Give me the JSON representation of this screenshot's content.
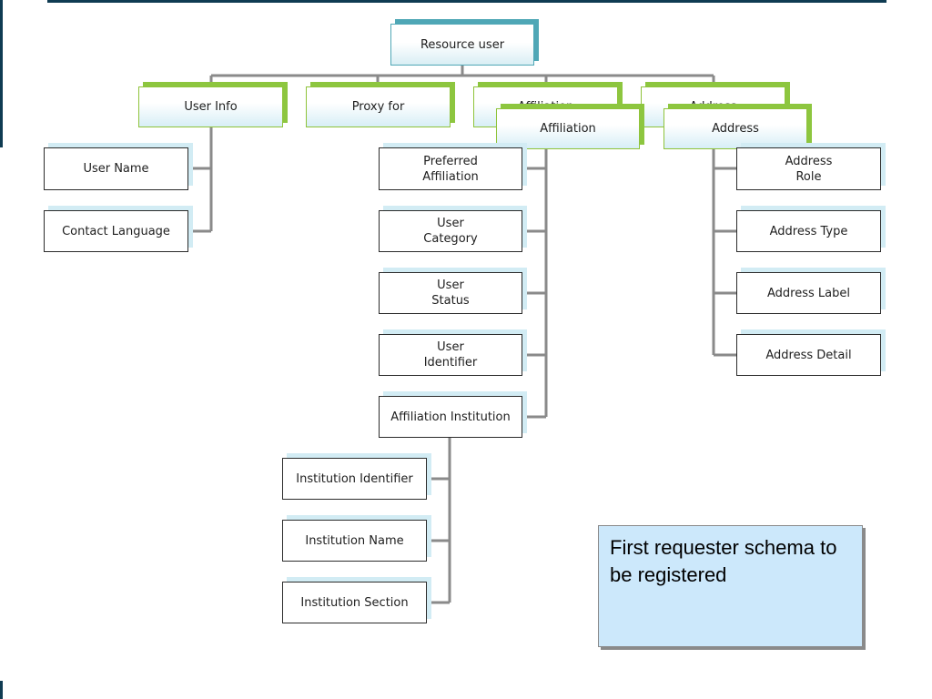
{
  "diagram": {
    "root": "Resource user",
    "level1": {
      "user_info": "User Info",
      "proxy_for": "Proxy for",
      "affiliation_back": "Affiliation",
      "address_back": "Address",
      "affiliation": "Affiliation",
      "address": "Address"
    },
    "user_info_children": [
      "User Name",
      "Contact Language"
    ],
    "affiliation_children": [
      "Preferred\nAffiliation",
      "User\nCategory",
      "User\nStatus",
      "User\nIdentifier",
      "Affiliation Institution"
    ],
    "institution_children": [
      "Institution Identifier",
      "Institution Name",
      "Institution Section"
    ],
    "address_children": [
      "Address\nRole",
      "Address Type",
      "Address Label",
      "Address Detail"
    ]
  },
  "note": {
    "text": "First requester schema to be registered"
  },
  "colors": {
    "green_accent": "#8dc63f",
    "teal_accent": "#4fa7b6",
    "note_fill": "#cce8fb",
    "connector": "#8a8a8a",
    "frame": "#0f3b52"
  }
}
